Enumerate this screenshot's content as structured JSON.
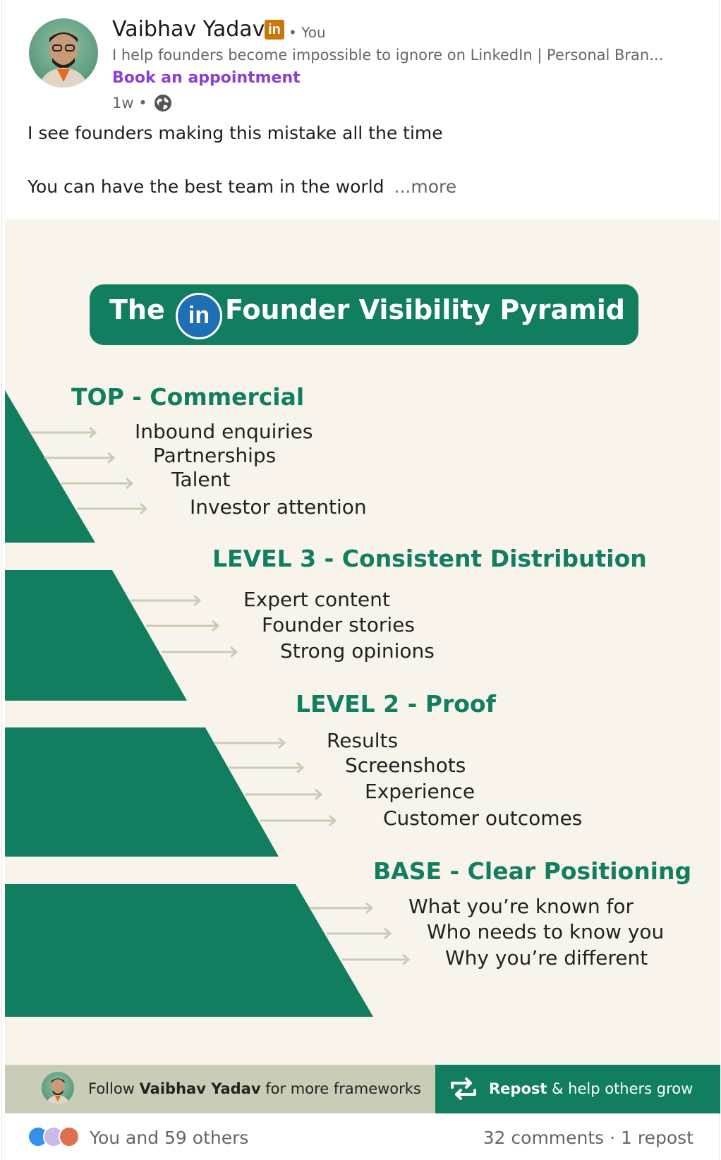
{
  "post": {
    "author": "Vaibhav Yadav",
    "you_label": "• You",
    "headline": "I help founders become impossible to ignore on LinkedIn | Personal Bran...",
    "cta": "Book an appointment",
    "time": "1w •",
    "body_line1": "I see founders making this mistake all the time",
    "body_line2": "You can have the best team in the world",
    "more": "...more"
  },
  "infographic": {
    "title_the": "The",
    "title_in": "in",
    "title_rest": "Founder Visibility Pyramid",
    "levels": [
      {
        "title": "TOP - Commercial",
        "items": [
          "Inbound enquiries",
          "Partnerships",
          "Talent",
          "Investor attention"
        ]
      },
      {
        "title": "LEVEL 3 - Consistent Distribution",
        "items": [
          "Expert content",
          "Founder stories",
          "Strong opinions"
        ]
      },
      {
        "title": "LEVEL 2 - Proof",
        "items": [
          "Results",
          "Screenshots",
          "Experience",
          "Customer outcomes"
        ]
      },
      {
        "title": "BASE - Clear Positioning",
        "items": [
          "What you’re known for",
          "Who needs to know you",
          "Why you’re different"
        ]
      }
    ],
    "footer_follow_prefix": "Follow",
    "footer_follow_name": "Vaibhav Yadav",
    "footer_follow_suffix": "for more frameworks",
    "footer_repost_bold": "Repost",
    "footer_repost_rest": "& help others grow"
  },
  "social": {
    "reactions_text": "You and 59 others",
    "comments_text": "32 comments · 1 repost"
  },
  "colors": {
    "brand_green": "#117e5f",
    "cream": "#f8f4ec",
    "link_purple": "#8a3fd1"
  }
}
